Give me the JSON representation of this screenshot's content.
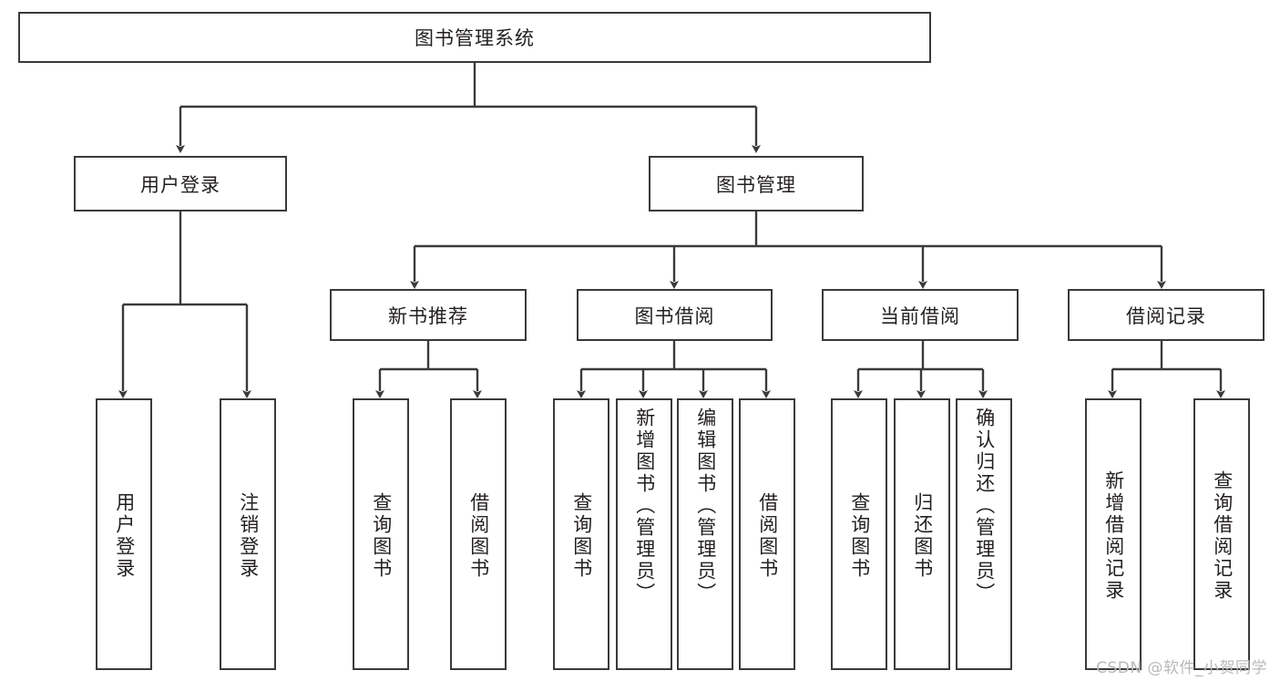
{
  "diagram": {
    "title": "图书管理系统",
    "type": "tree-hierarchy-chart",
    "root": {
      "label": "图书管理系统"
    },
    "level2": [
      {
        "label": "用户登录"
      },
      {
        "label": "图书管理"
      }
    ],
    "level3": [
      {
        "label": "新书推荐"
      },
      {
        "label": "图书借阅"
      },
      {
        "label": "当前借阅"
      },
      {
        "label": "借阅记录"
      }
    ],
    "leaves": {
      "user_login": [
        {
          "label": "用户登录"
        },
        {
          "label": "注销登录"
        }
      ],
      "new_book_recommend": [
        {
          "label": "查询图书"
        },
        {
          "label": "借阅图书"
        }
      ],
      "book_borrow": [
        {
          "label": "查询图书"
        },
        {
          "label": "新增图书（管理员）"
        },
        {
          "label": "编辑图书（管理员）"
        },
        {
          "label": "借阅图书"
        }
      ],
      "current_borrow": [
        {
          "label": "查询图书"
        },
        {
          "label": "归还图书"
        },
        {
          "label": "确认归还（管理员）"
        }
      ],
      "borrow_record": [
        {
          "label": "新增借阅记录"
        },
        {
          "label": "查询借阅记录"
        }
      ]
    }
  },
  "watermark": {
    "text": "CSDN @软件_小贺同学"
  },
  "colors": {
    "border": "#3a3a3a",
    "text": "#231f20",
    "background": "#ffffff",
    "watermark": "#b9b9b9"
  }
}
